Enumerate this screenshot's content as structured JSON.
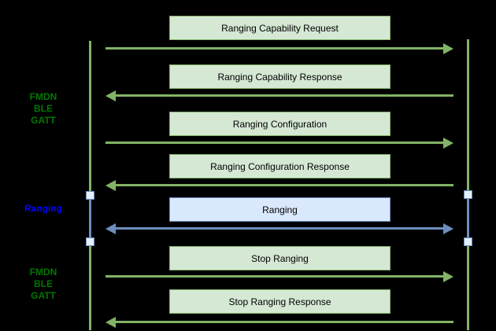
{
  "colors": {
    "background": "#000000",
    "green_fill": "#d5e8d4",
    "green_stroke": "#82b366",
    "blue_fill": "#dae8fc",
    "blue_stroke": "#6c8ebf",
    "activation_fill": "#e6eefa",
    "label_green": "#007700",
    "label_blue": "#0000ff",
    "box_text": "#000000"
  },
  "side_labels": [
    {
      "text": "FMDN\nBLE\nGATT",
      "style": "green"
    },
    {
      "text": "Ranging",
      "style": "blue"
    },
    {
      "text": "FMDN\nBLE\nGATT",
      "style": "green"
    }
  ],
  "messages": [
    {
      "label": "Ranging Capability Request",
      "direction": "right",
      "style": "green"
    },
    {
      "label": "Ranging Capability Response",
      "direction": "left",
      "style": "green"
    },
    {
      "label": "Ranging Configuration",
      "direction": "right",
      "style": "green"
    },
    {
      "label": "Ranging Configuration Response",
      "direction": "left",
      "style": "green"
    },
    {
      "label": "Ranging",
      "direction": "both",
      "style": "blue"
    },
    {
      "label": "Stop Ranging",
      "direction": "right",
      "style": "green"
    },
    {
      "label": "Stop Ranging Response",
      "direction": "left",
      "style": "green"
    }
  ]
}
